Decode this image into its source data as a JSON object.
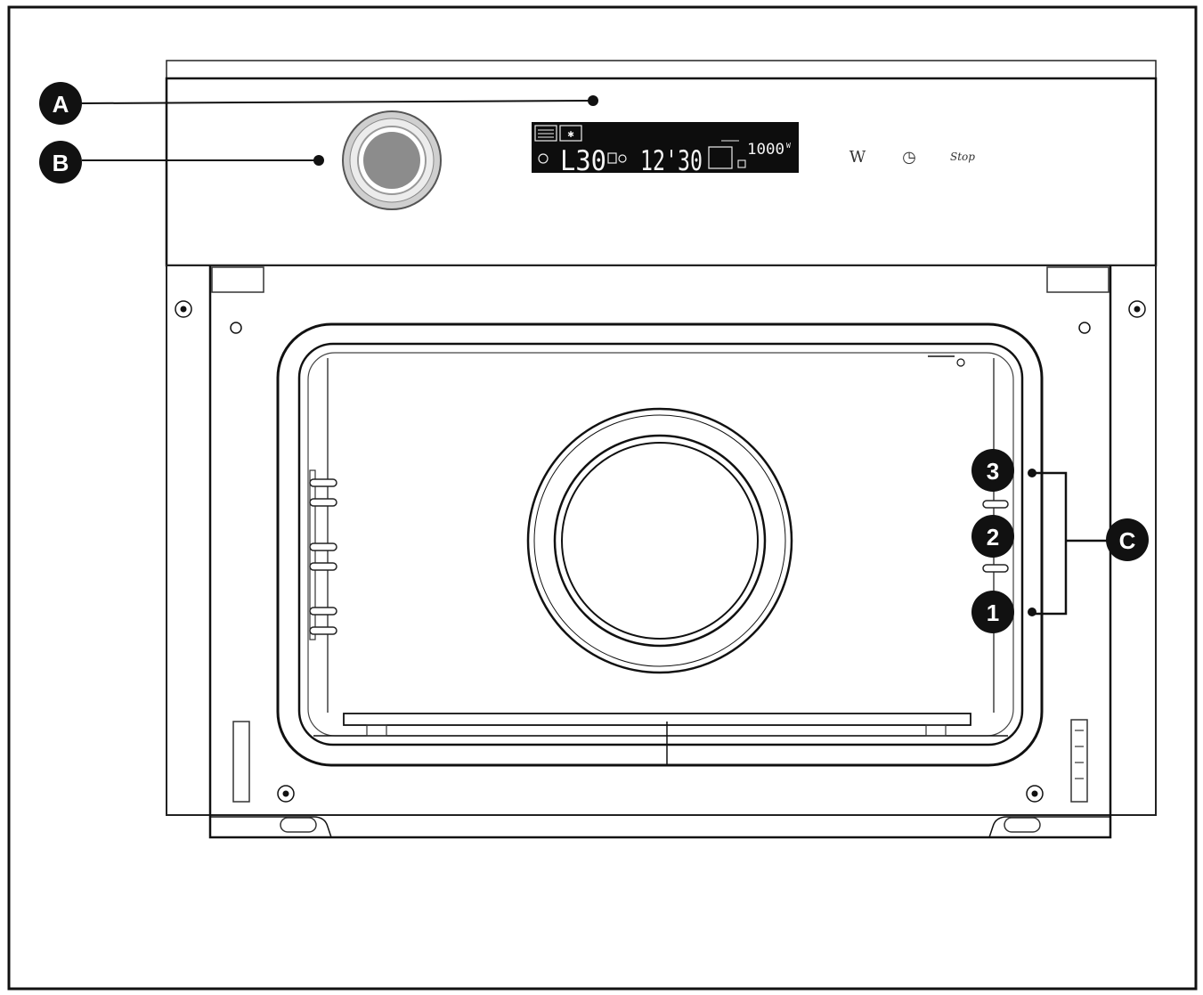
{
  "callouts": {
    "a": "A",
    "b": "B",
    "c": "C",
    "level_3": "3",
    "level_2": "2",
    "level_1": "1"
  },
  "display": {
    "duration": "L30",
    "clock": "12'30",
    "power": "1000",
    "power_unit": "W"
  },
  "buttons": {
    "power": "W",
    "timer": "◷",
    "stop": "Stop"
  },
  "colors": {
    "line": "#111111",
    "display_bg": "#0d0d0d",
    "knob_outer": "#d8d8d8",
    "knob_center": "#8c8c8c"
  }
}
